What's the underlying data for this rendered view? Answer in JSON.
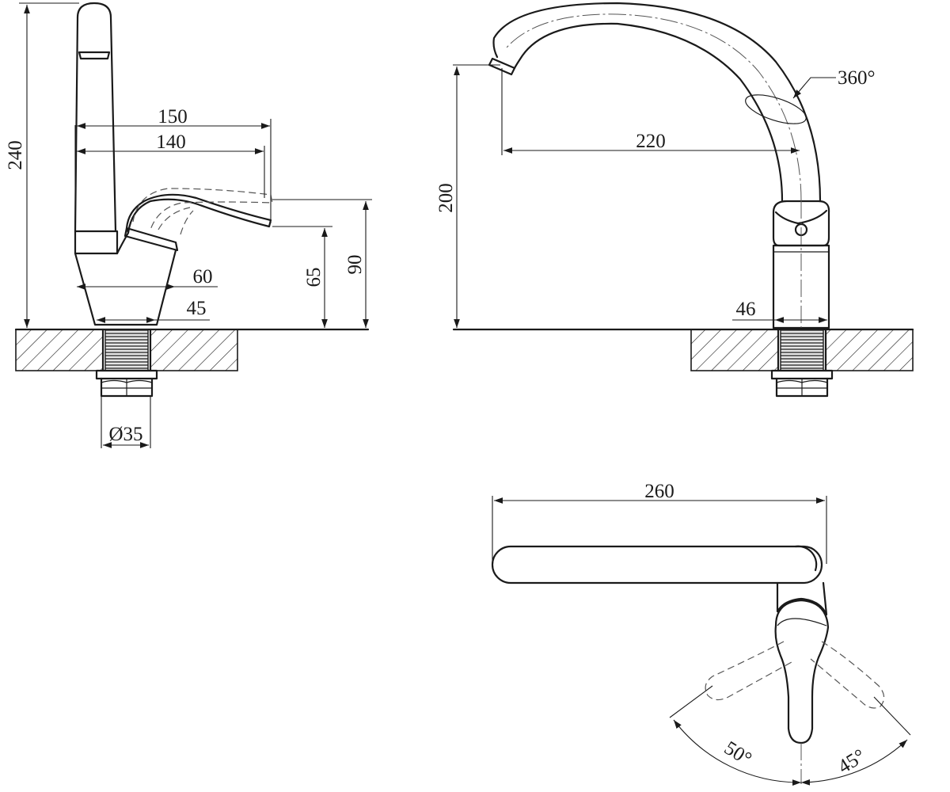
{
  "dimensions": {
    "side_height": "240",
    "lever_length_150": "150",
    "lever_length_140": "140",
    "body_top_width": "60",
    "body_base_width": "45",
    "thread_diameter": "Ø35",
    "lever_height_65": "65",
    "lever_height_90": "90",
    "spout_height": "200",
    "spout_reach": "220",
    "body_diameter": "46",
    "swivel_angle": "360°",
    "spout_length": "260",
    "lever_angle_left": "50°",
    "lever_angle_right": "45°"
  },
  "colors": {
    "stroke": "#1a1a1a",
    "hidden": "#555555",
    "background": "#ffffff"
  }
}
